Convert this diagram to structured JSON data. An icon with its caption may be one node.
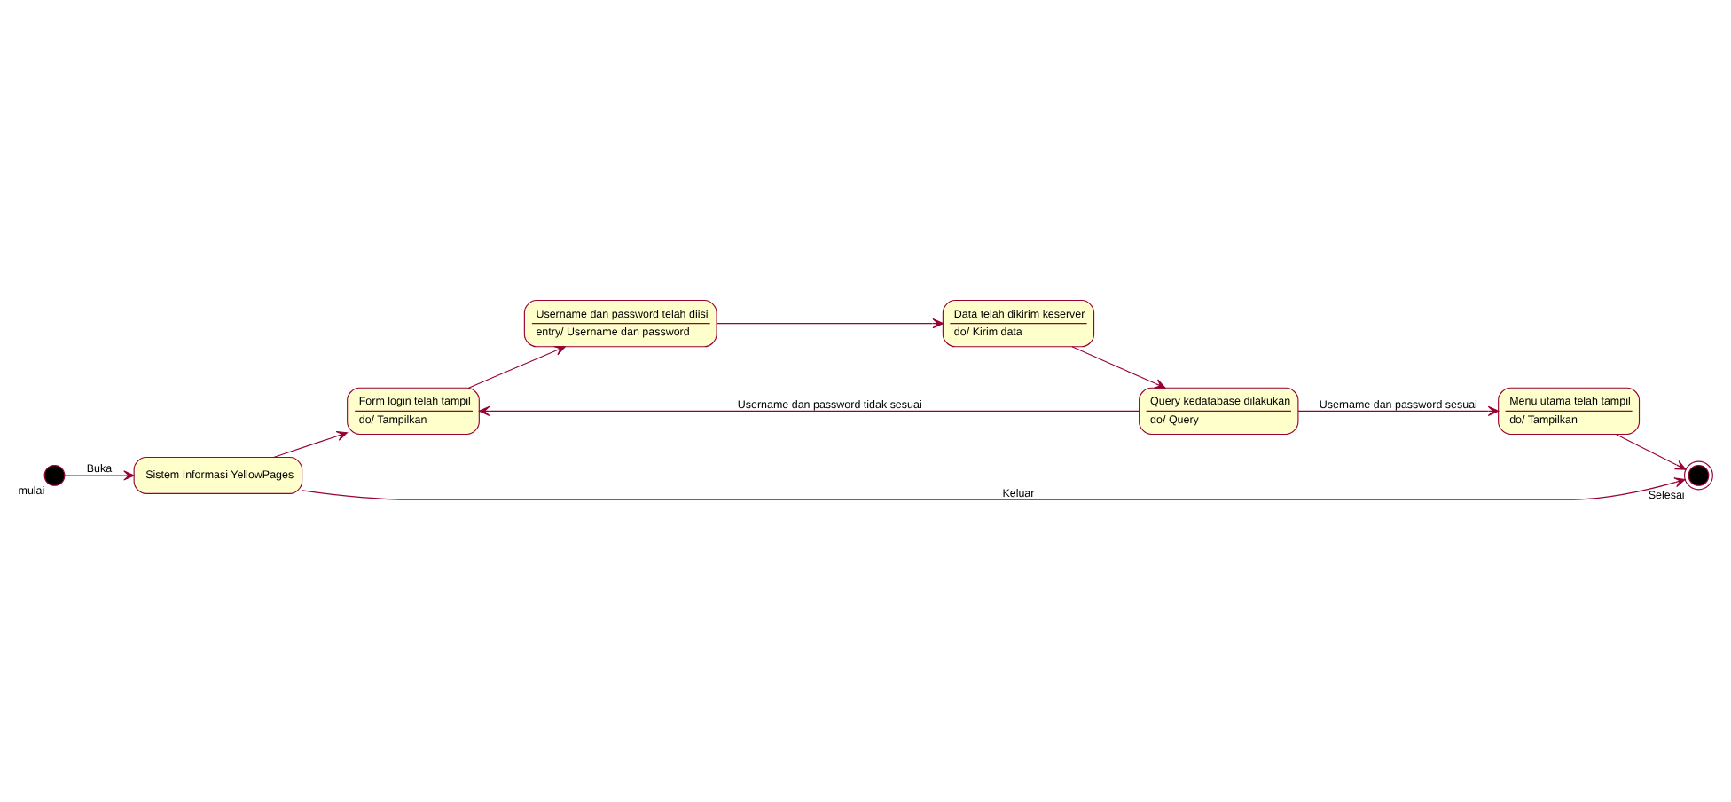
{
  "diagram": {
    "nodes": [
      {
        "text": [],
        "shape": "circle",
        "beside": [
          "mulai"
        ]
      },
      {
        "text": [
          "Sistem Informasi YellowPages"
        ]
      },
      {
        "text": [
          "Form login telah tampil",
          "do/ Tampilkan"
        ]
      },
      {
        "text": [
          "Username dan password telah diisi",
          "entry/ Username dan password"
        ]
      },
      {
        "text": [
          "Data telah dikirim keserver",
          "do/ Kirim data"
        ]
      },
      {
        "text": [
          "Query kedatabase dilakukan",
          "do/ Query"
        ]
      },
      {
        "text": [
          "Menu utama telah tampil",
          "do/ Tampilkan"
        ]
      },
      {
        "text": [],
        "shape": "bullseye",
        "beside": [
          "Selesai"
        ]
      }
    ],
    "edges": [
      {
        "from": 0,
        "to": 1,
        "arrow": "to",
        "label": "Buka"
      },
      {
        "from": 1,
        "to": 2,
        "arrow": "to"
      },
      {
        "from": 2,
        "to": 3,
        "arrow": "to"
      },
      {
        "from": 3,
        "to": 4,
        "arrow": "to"
      },
      {
        "from": 4,
        "to": 5,
        "arrow": "to"
      },
      {
        "from": 5,
        "to": 2,
        "arrow": "to",
        "label": "Username dan password tidak sesuai"
      },
      {
        "from": 5,
        "to": 6,
        "arrow": "to",
        "label": "Username dan password sesuai"
      },
      {
        "from": 6,
        "to": 7,
        "arrow": "to"
      },
      {
        "from": 1,
        "to": 7,
        "arrow": "to",
        "label": "Keluar"
      }
    ]
  }
}
